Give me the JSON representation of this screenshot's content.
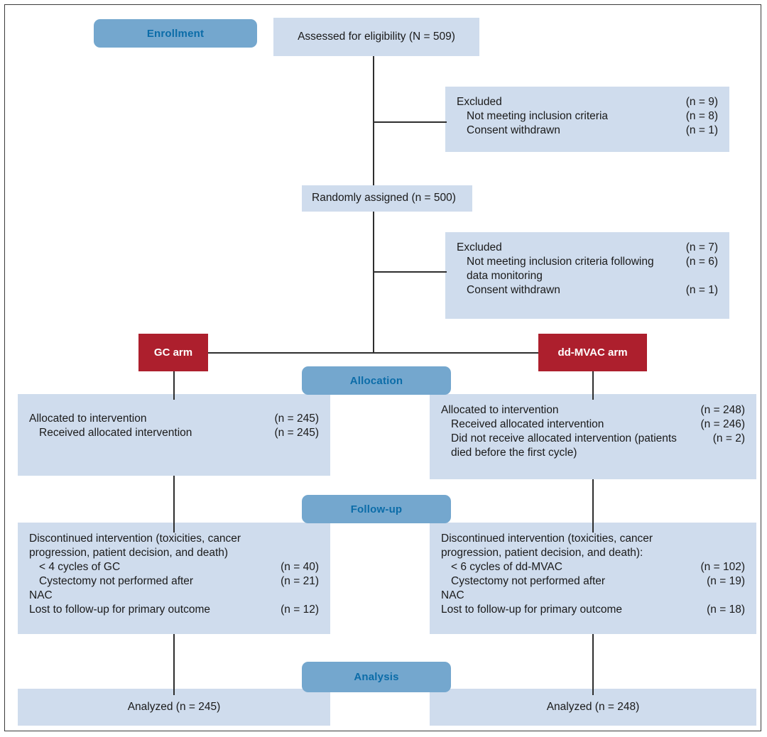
{
  "diagram": {
    "title": "CONSORT participant flow diagram",
    "colors": {
      "box_fill": "#cfdced",
      "stage_fill": "#74a7ce",
      "stage_text": "#0b6ca8",
      "arm_fill": "#ad1f2d",
      "arm_text": "#ffffff",
      "line": "#2e2e2e",
      "border": "#3b3b3b"
    }
  },
  "stages": {
    "enrollment": "Enrollment",
    "allocation": "Allocation",
    "followup": "Follow-up",
    "analysis": "Analysis"
  },
  "arms": {
    "left": "GC arm",
    "right": "dd-MVAC arm"
  },
  "enrollment": {
    "assessed": "Assessed for eligibility (N = 509)",
    "randomized": "Randomly assigned (n = 500)",
    "excluded_1": [
      {
        "label": "Excluded",
        "n": "(n = 9)",
        "indent": 0
      },
      {
        "label": "Not meeting inclusion criteria",
        "n": "(n = 8)",
        "indent": 1
      },
      {
        "label": "Consent withdrawn",
        "n": "(n = 1)",
        "indent": 1
      }
    ],
    "excluded_2": [
      {
        "label": "Excluded",
        "n": "(n = 7)",
        "indent": 0
      },
      {
        "label": "Not meeting inclusion criteria following",
        "n": "(n = 6)",
        "indent": 1
      },
      {
        "label": "data monitoring",
        "n": "",
        "indent": 1
      },
      {
        "label": "Consent withdrawn",
        "n": "(n = 1)",
        "indent": 1
      }
    ]
  },
  "allocation": {
    "left": [
      {
        "label": "Allocated to intervention",
        "n": "(n = 245)",
        "indent": 0
      },
      {
        "label": "Received allocated intervention",
        "n": "(n = 245)",
        "indent": 1
      }
    ],
    "right": [
      {
        "label": "Allocated to intervention",
        "n": "(n = 248)",
        "indent": 0
      },
      {
        "label": "Received allocated intervention",
        "n": "(n = 246)",
        "indent": 1
      },
      {
        "label": "Did not receive allocated intervention (patients",
        "n": "(n = 2)",
        "indent": 1
      },
      {
        "label": "died before the first cycle)",
        "n": "",
        "indent": 1
      }
    ]
  },
  "followup": {
    "left": [
      {
        "label": "Discontinued intervention (toxicities, cancer",
        "n": "",
        "indent": 0
      },
      {
        "label": "progression, patient decision, and death)",
        "n": "",
        "indent": 0
      },
      {
        "label": "< 4 cycles of GC",
        "n": "(n = 40)",
        "indent": 1
      },
      {
        "label": "Cystectomy not performed after",
        "n": "(n = 21)",
        "indent": 1
      },
      {
        "label": "NAC",
        "n": "",
        "indent": 0
      },
      {
        "label": "Lost to follow-up for primary outcome",
        "n": "(n = 12)",
        "indent": 0
      }
    ],
    "right": [
      {
        "label": "Discontinued intervention (toxicities, cancer",
        "n": "",
        "indent": 0
      },
      {
        "label": "progression, patient decision, and death):",
        "n": "",
        "indent": 0
      },
      {
        "label": "< 6 cycles of dd-MVAC",
        "n": "(n = 102)",
        "indent": 1
      },
      {
        "label": "Cystectomy not performed after",
        "n": "(n = 19)",
        "indent": 1
      },
      {
        "label": "NAC",
        "n": "",
        "indent": 0
      },
      {
        "label": "Lost to follow-up for primary outcome",
        "n": "(n = 18)",
        "indent": 0
      }
    ]
  },
  "analysis": {
    "left": "Analyzed (n = 245)",
    "right": "Analyzed (n = 248)"
  }
}
